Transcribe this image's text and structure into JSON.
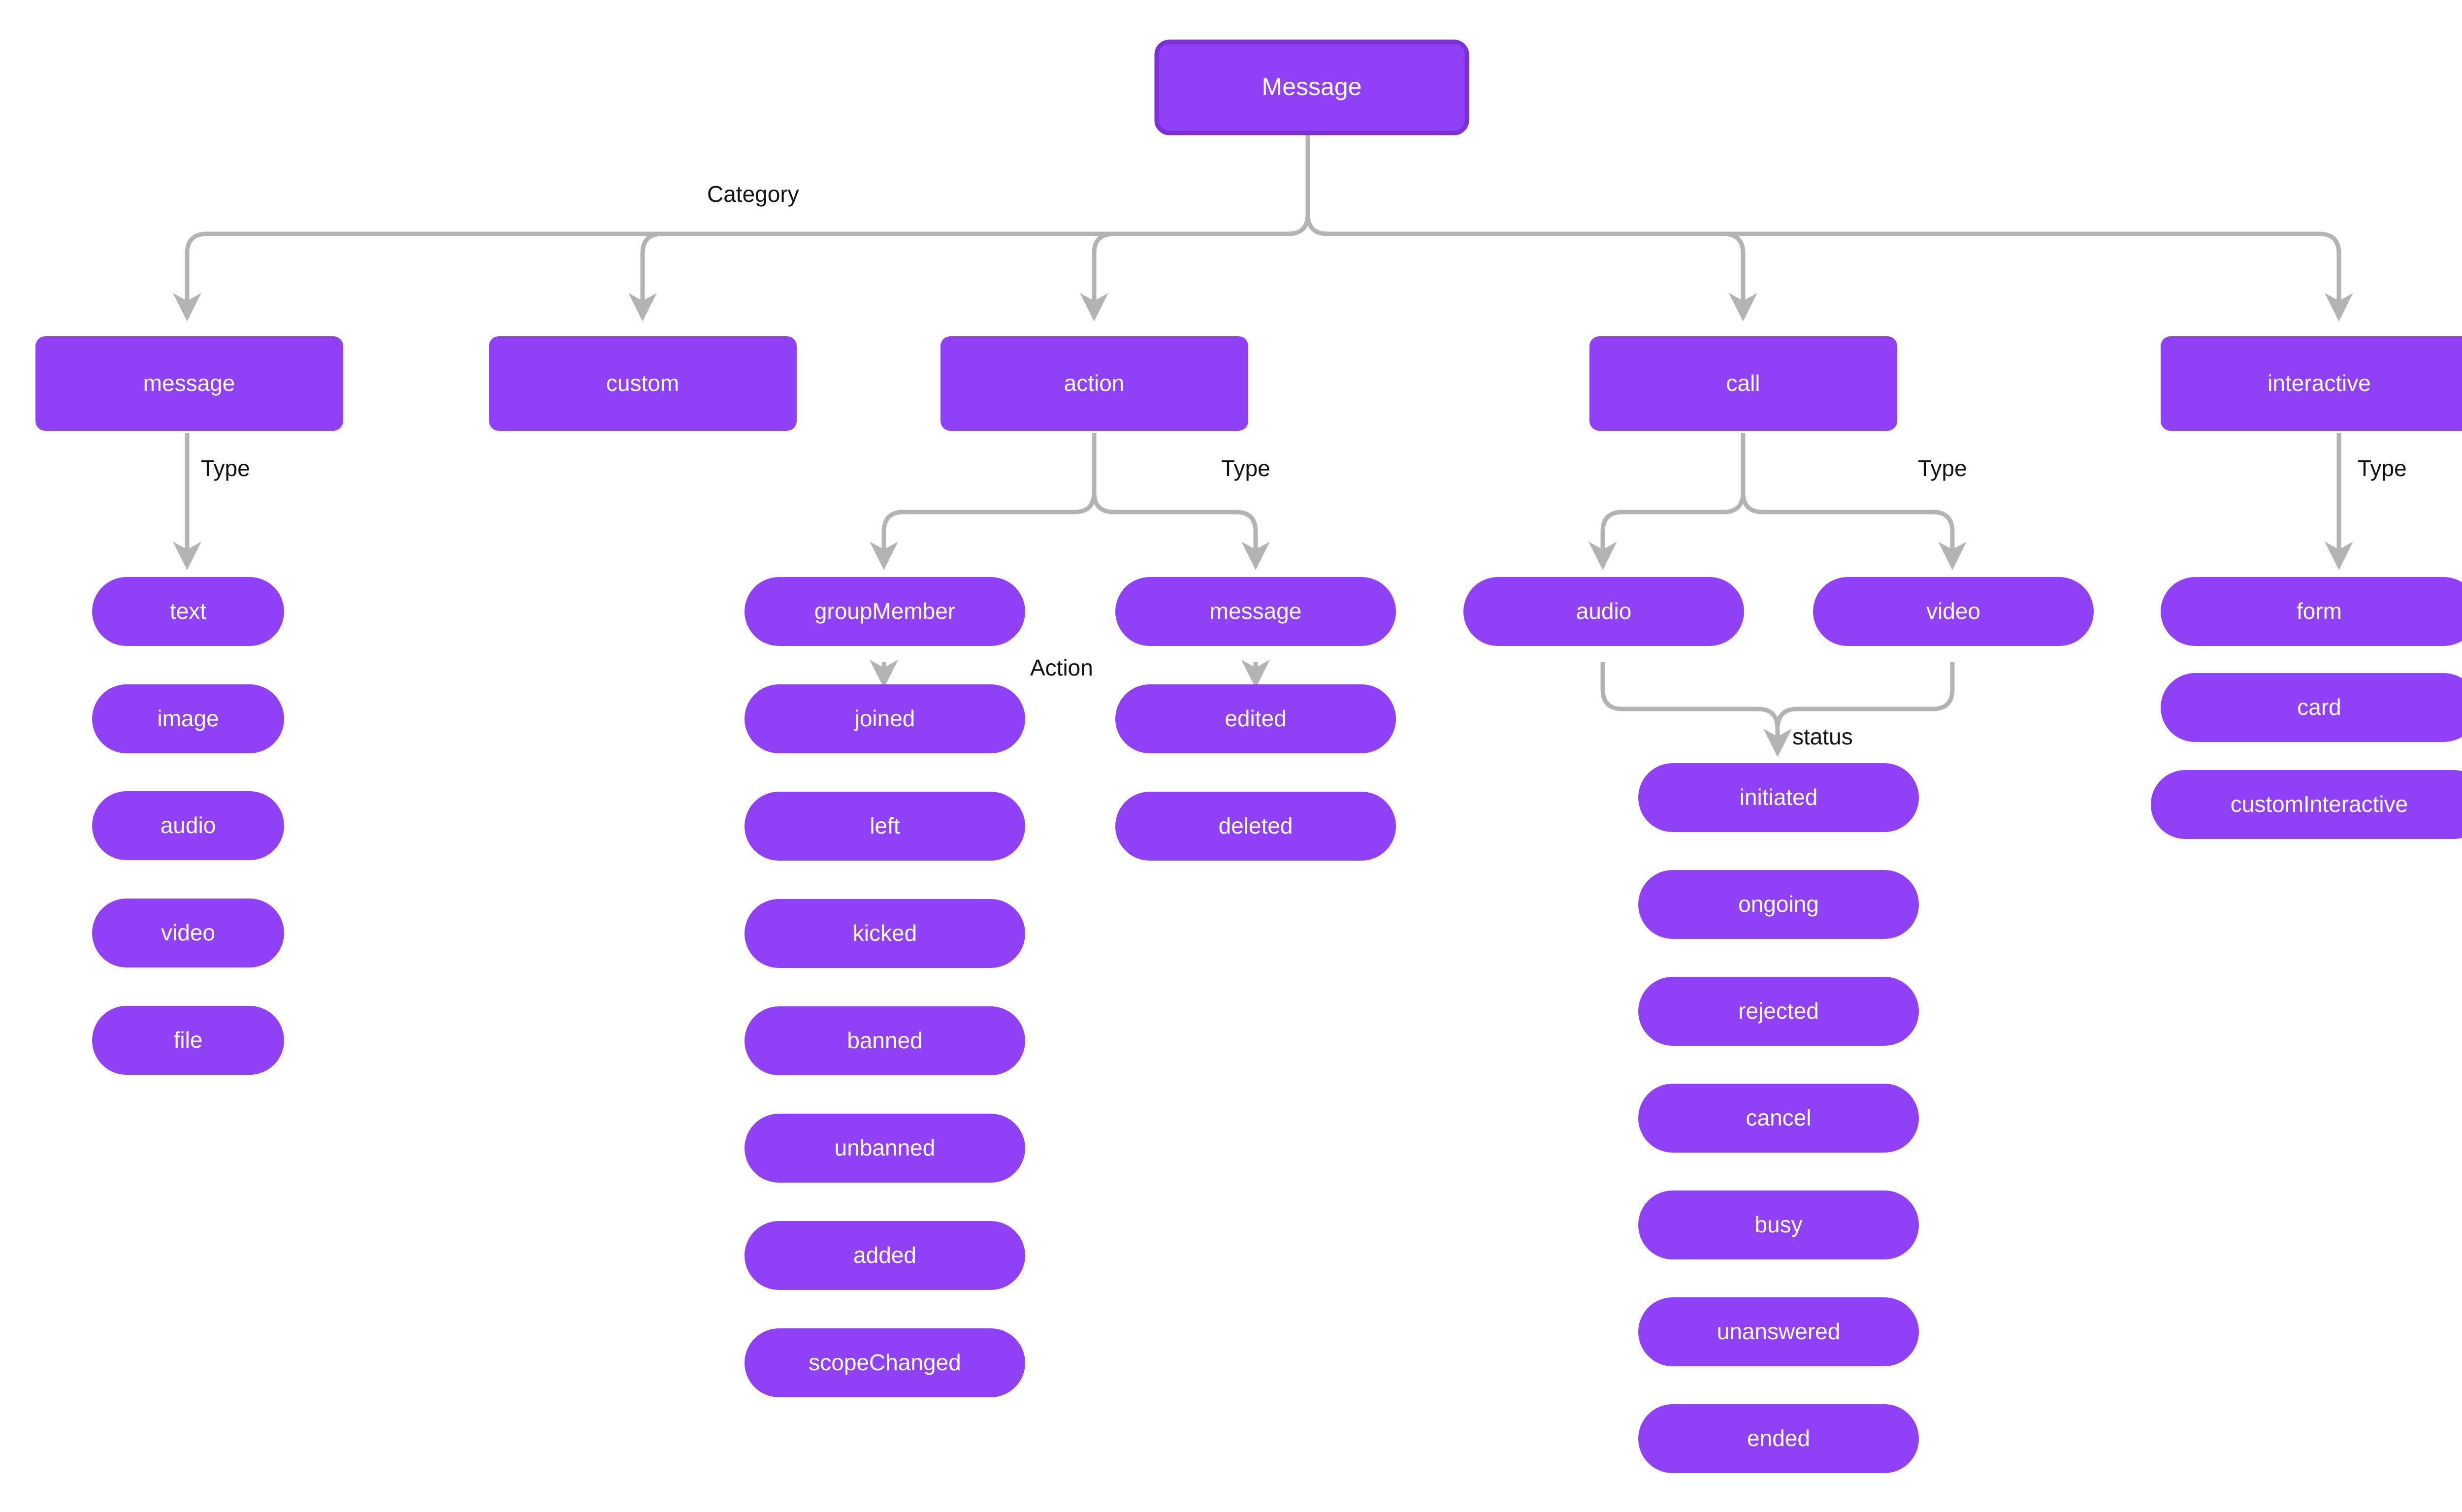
{
  "diagram": {
    "title": "Message",
    "background_color": "#ffffff",
    "node_color": "#9040f5",
    "node_border_color": "#7b2fd6",
    "node_text_color": "#ffffff",
    "edge_color": "#b3b3b3",
    "edge_label_color": "#111111"
  },
  "root": {
    "label": "Message"
  },
  "edge_labels": {
    "category": "Category",
    "type_message": "Type",
    "type_action": "Type",
    "type_call": "Type",
    "type_interactive": "Type",
    "action_group": "Action",
    "call_status": "status"
  },
  "categories": [
    {
      "id": "message",
      "label": "message"
    },
    {
      "id": "custom",
      "label": "custom"
    },
    {
      "id": "action",
      "label": "action"
    },
    {
      "id": "call",
      "label": "call"
    },
    {
      "id": "interactive",
      "label": "interactive"
    }
  ],
  "message_types": [
    {
      "label": "text"
    },
    {
      "label": "image"
    },
    {
      "label": "audio"
    },
    {
      "label": "video"
    },
    {
      "label": "file"
    }
  ],
  "action_types": [
    {
      "label": "groupMember"
    },
    {
      "label": "message"
    }
  ],
  "group_member_actions": [
    {
      "label": "joined"
    },
    {
      "label": "left"
    },
    {
      "label": "kicked"
    },
    {
      "label": "banned"
    },
    {
      "label": "unbanned"
    },
    {
      "label": "added"
    },
    {
      "label": "scopeChanged"
    }
  ],
  "message_actions": [
    {
      "label": "edited"
    },
    {
      "label": "deleted"
    }
  ],
  "call_types": [
    {
      "label": "audio"
    },
    {
      "label": "video"
    }
  ],
  "call_statuses": [
    {
      "label": "initiated"
    },
    {
      "label": "ongoing"
    },
    {
      "label": "rejected"
    },
    {
      "label": "cancel"
    },
    {
      "label": "busy"
    },
    {
      "label": "unanswered"
    },
    {
      "label": "ended"
    }
  ],
  "interactive_types": [
    {
      "label": "form"
    },
    {
      "label": "card"
    },
    {
      "label": "customInteractive"
    }
  ]
}
